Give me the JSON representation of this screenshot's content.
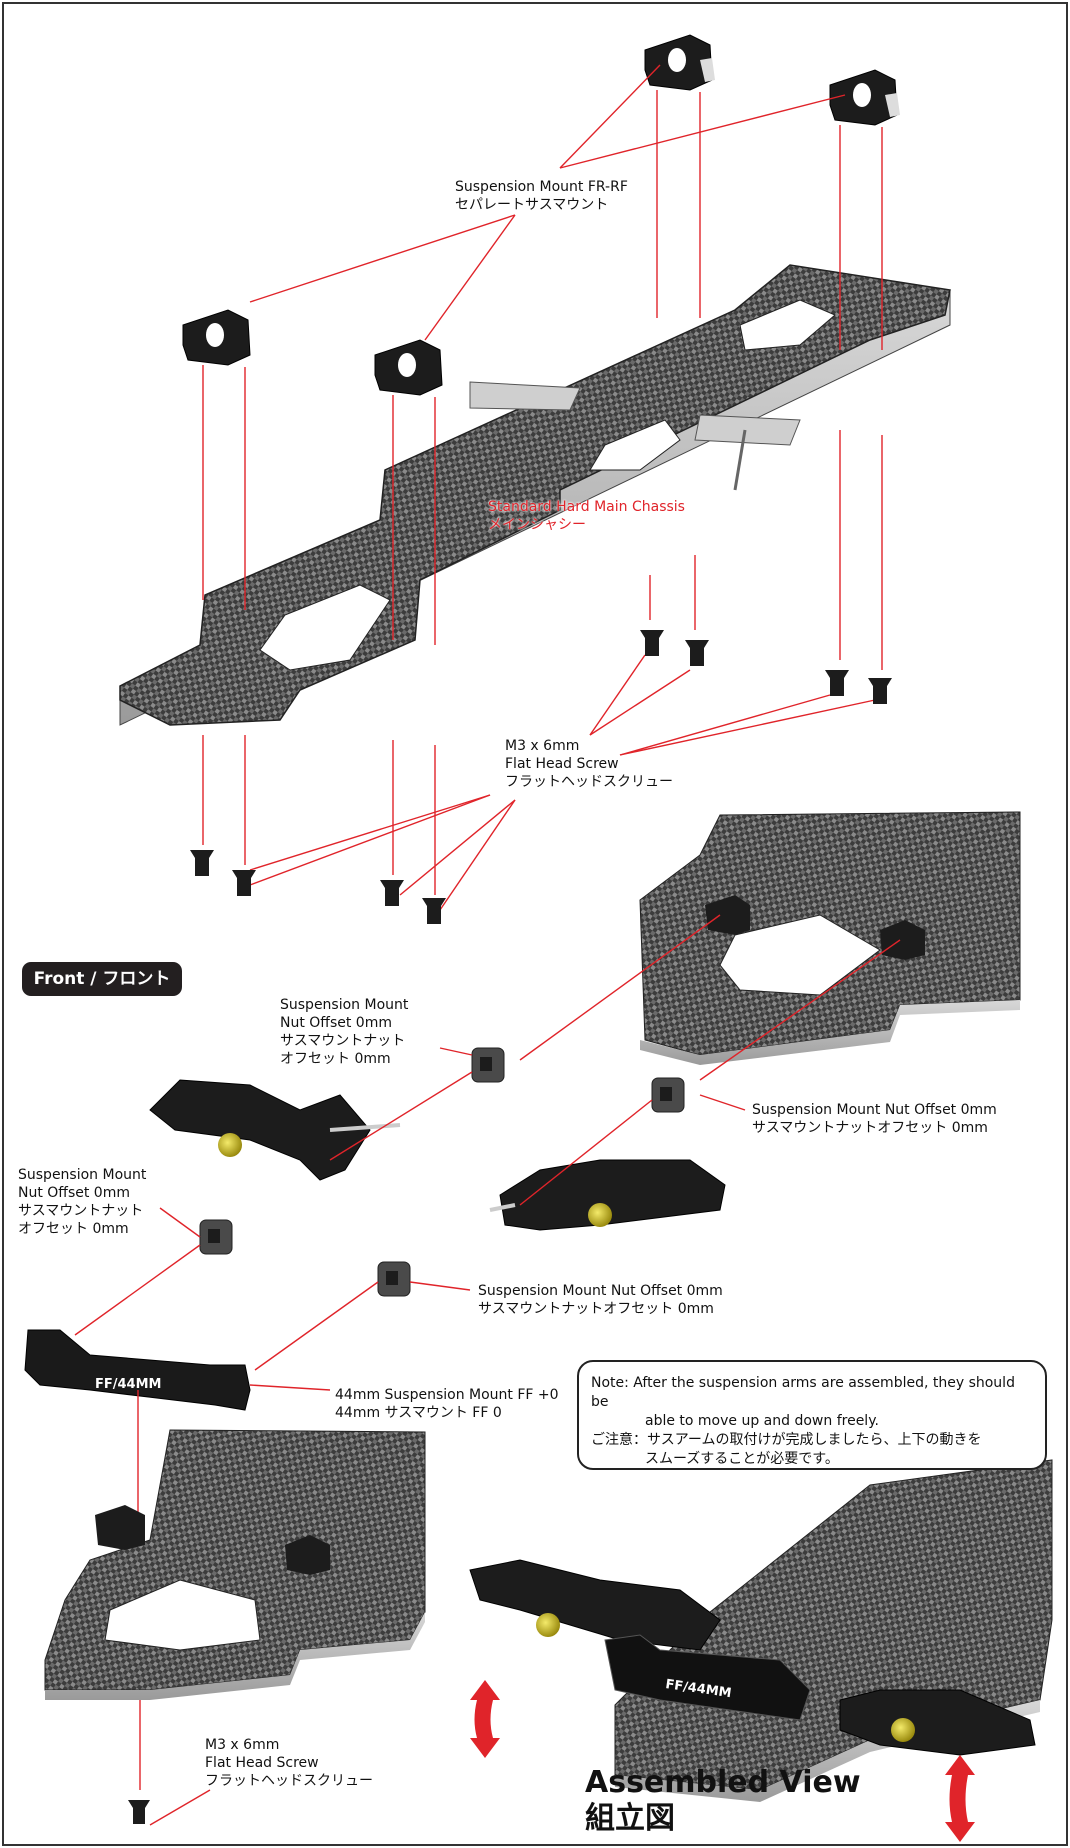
{
  "labels": {
    "suspension_mount_fr_rf": [
      "Suspension Mount FR-RF",
      "セパレートサスマウント"
    ],
    "main_chassis": [
      "Standard Hard Main Chassis",
      "メインシャシー"
    ],
    "screw_top": [
      "M3 x 6mm",
      "Flat Head Screw",
      "フラットヘッドスクリュー"
    ],
    "front_tag": "Front / フロント",
    "nut_offset_upper_left": [
      "Suspension Mount",
      "Nut Offset 0mm",
      "サスマウントナット",
      "オフセット 0mm"
    ],
    "nut_offset_upper_right": [
      "Suspension Mount Nut Offset 0mm",
      "サスマウントナットオフセット 0mm"
    ],
    "nut_offset_lower_left": [
      "Suspension Mount",
      "Nut Offset 0mm",
      "サスマウントナット",
      "オフセット 0mm"
    ],
    "nut_offset_lower_right": [
      "Suspension Mount Nut Offset 0mm",
      "サスマウントナットオフセット 0mm"
    ],
    "front_mount": [
      "44mm Suspension Mount FF +0",
      "44mm サスマウント FF 0"
    ],
    "mount_engraving": "FF/44MM",
    "note": [
      "Note: After the suspension arms are assembled, they should be",
      "able to move up and down freely.",
      "ご注意：サスアームの取付けが完成しましたら、上下の動きを",
      "スムーズすることが必要です。"
    ],
    "screw_bottom": [
      "M3 x 6mm",
      "Flat Head Screw",
      "フラットヘッドスクリュー"
    ],
    "assembled_view": [
      "Assembled View",
      "組立図"
    ]
  },
  "colors": {
    "leader_line": "#e0242a",
    "carbon_dark": "#3a3a3a",
    "part_black": "#1c1c1c",
    "brass_nut": "#c8b400",
    "tag_background": "#231f20"
  }
}
